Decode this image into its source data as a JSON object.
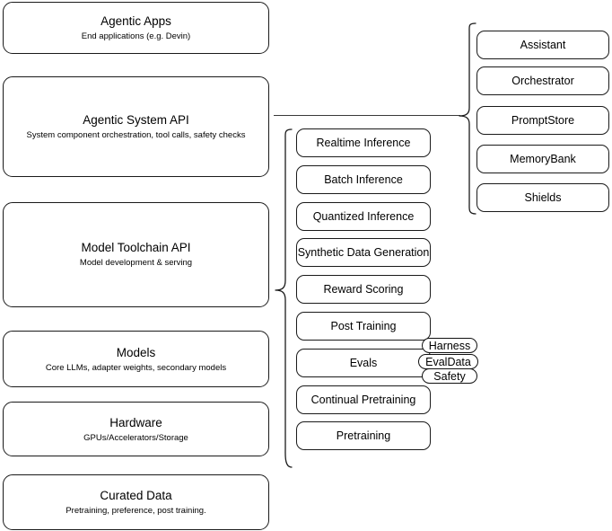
{
  "diagram": {
    "title": "AI Stack Layered Architecture",
    "accent_color": "#1a1a1a",
    "background_color": "#ffffff",
    "line_color": "#3a3a3a"
  },
  "layers": [
    {
      "name": "agentic-apps",
      "title": "Agentic Apps",
      "subtitle": "End applications (e.g. Devin)"
    },
    {
      "name": "agentic-system-api",
      "title": "Agentic System API",
      "subtitle": "System component orchestration, tool calls, safety checks"
    },
    {
      "name": "model-toolchain-api",
      "title": "Model Toolchain API",
      "subtitle": "Model development & serving"
    },
    {
      "name": "models",
      "title": "Models",
      "subtitle": "Core LLMs, adapter weights, secondary models"
    },
    {
      "name": "hardware",
      "title": "Hardware",
      "subtitle": "GPUs/Accelerators/Storage"
    },
    {
      "name": "curated-data",
      "title": "Curated Data",
      "subtitle": "Pretraining, preference, post training."
    }
  ],
  "toolchain_components": [
    {
      "label": "Realtime Inference"
    },
    {
      "label": "Batch Inference"
    },
    {
      "label": "Quantized Inference"
    },
    {
      "label": "Synthetic Data Generation"
    },
    {
      "label": "Reward Scoring"
    },
    {
      "label": "Post Training"
    },
    {
      "label": "Evals"
    },
    {
      "label": "Continual Pretraining"
    },
    {
      "label": "Pretraining"
    }
  ],
  "system_components": [
    {
      "label": "Assistant"
    },
    {
      "label": "Orchestrator"
    },
    {
      "label": "PromptStore"
    },
    {
      "label": "MemoryBank"
    },
    {
      "label": "Shields"
    }
  ],
  "eval_subcomponents": [
    {
      "label": "Harness"
    },
    {
      "label": "EvalData"
    },
    {
      "label": "Safety"
    }
  ]
}
